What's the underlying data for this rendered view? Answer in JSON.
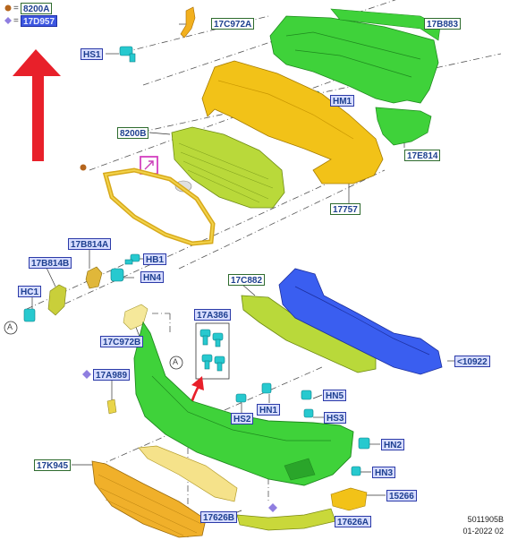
{
  "legend": {
    "brown_label": "8200A",
    "purple_label": "17D957",
    "equals": "="
  },
  "callouts": {
    "c17C972A": "17C972A",
    "c17B883": "17B883",
    "cHS1": "HS1",
    "cHM1": "HM1",
    "c8200B": "8200B",
    "c17E814": "17E814",
    "c17757": "17757",
    "c17B814A": "17B814A",
    "c17B814B": "17B814B",
    "cHB1": "HB1",
    "cHN4": "HN4",
    "cHC1": "HC1",
    "c17C882": "17C882",
    "c17A386": "17A386",
    "c17C972B": "17C972B",
    "c10922": "10922",
    "c17A989": "17A989",
    "cHN5": "HN5",
    "cHN1": "HN1",
    "cHS2": "HS2",
    "cHS3": "HS3",
    "cHN2": "HN2",
    "c17K945": "17K945",
    "cHN3": "HN3",
    "c15266": "15266",
    "c17626B": "17626B",
    "c17626A": "17626A"
  },
  "markers": {
    "a1": "A",
    "a2": "A",
    "prefix_lt": "<"
  },
  "footer": {
    "diagram_id": "5011905B",
    "date": "01-2022 02"
  },
  "colors": {
    "green_part": "#3fd23a",
    "yellow_part": "#f2c218",
    "lime_part": "#b9d93a",
    "blue_part": "#3a5ef0",
    "cyan_part": "#27c9cf",
    "red_arrow": "#e8202a",
    "brown_dot": "#b5651d",
    "purple_diamond": "#8f7ee0"
  }
}
